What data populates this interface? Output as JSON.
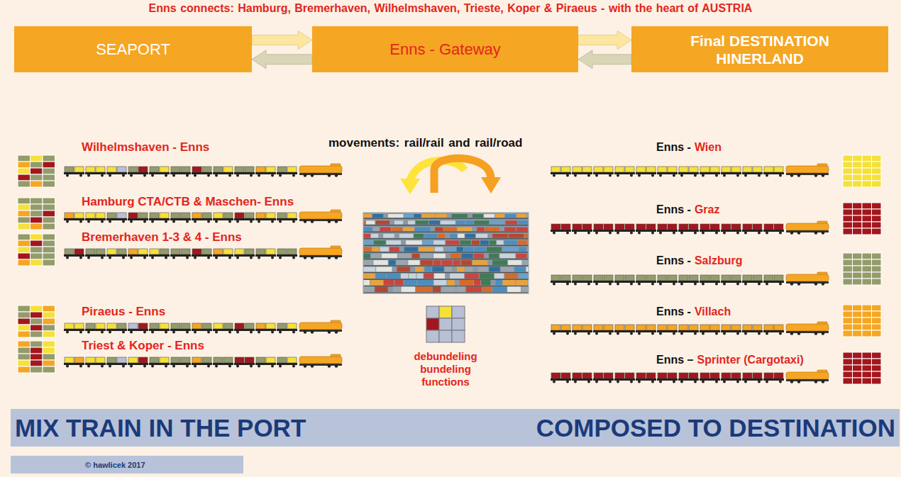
{
  "diagram": {
    "title": "Enns connects: Hamburg, Bremerhaven, Wilhelmshaven, Trieste, Koper & Piraeus - with the heart of AUSTRIA",
    "nodes": [
      {
        "text": [
          "SEAPORT"
        ]
      },
      {
        "text": [
          "Enns - Gateway"
        ]
      },
      {
        "text": [
          "Final DESTINATION HINERLAND"
        ]
      },
      {
        "text": [
          "MIX TRAIN IN THE PORT",
          "COMPOSED TO DESTINATION"
        ]
      },
      {
        "text": [
          "© hawlicek 2017"
        ]
      }
    ],
    "edges": [
      {
        "from": 0,
        "to": 1,
        "arrow": "to"
      },
      {
        "from": 1,
        "to": 0,
        "arrow": "to"
      },
      {
        "from": 1,
        "to": 2,
        "arrow": "to"
      },
      {
        "from": 2,
        "to": 1,
        "arrow": "to"
      }
    ],
    "labels": [
      "movements: rail/rail and rail/road",
      "Wilhelmshaven - Enns",
      "Hamburg CTA/CTB & Maschen- Enns",
      "Bremerhaven 1-3 & 4 - Enns",
      "Piraeus - Enns",
      "Triest & Koper - Enns",
      "Enns -",
      "Wien",
      "Enns -",
      "Graz",
      "Enns -",
      "Salzburg",
      "Enns -",
      "Villach",
      "Enns –",
      "Sprinter (Cargotaxi)",
      "debundeling bundeling functions"
    ]
  }
}
